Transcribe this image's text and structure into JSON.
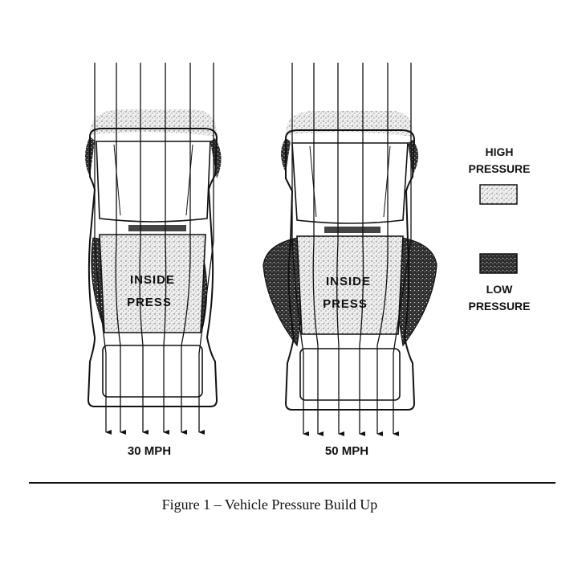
{
  "figure": {
    "caption": "Figure 1 – Vehicle Pressure Build Up"
  },
  "vehicles": [
    {
      "speed_label": "30 MPH",
      "inside_line1": "INSIDE",
      "inside_line2": "PRESS"
    },
    {
      "speed_label": "50 MPH",
      "inside_line1": "INSIDE",
      "inside_line2": "PRESS"
    }
  ],
  "legend": {
    "high_line1": "HIGH",
    "high_line2": "PRESSURE",
    "low_line1": "LOW",
    "low_line2": "PRESSURE"
  },
  "colors": {
    "ink": "#111111",
    "high_pressure_fill": "#d6d6d6",
    "low_pressure_fill": "#333333",
    "background": "#ffffff"
  }
}
